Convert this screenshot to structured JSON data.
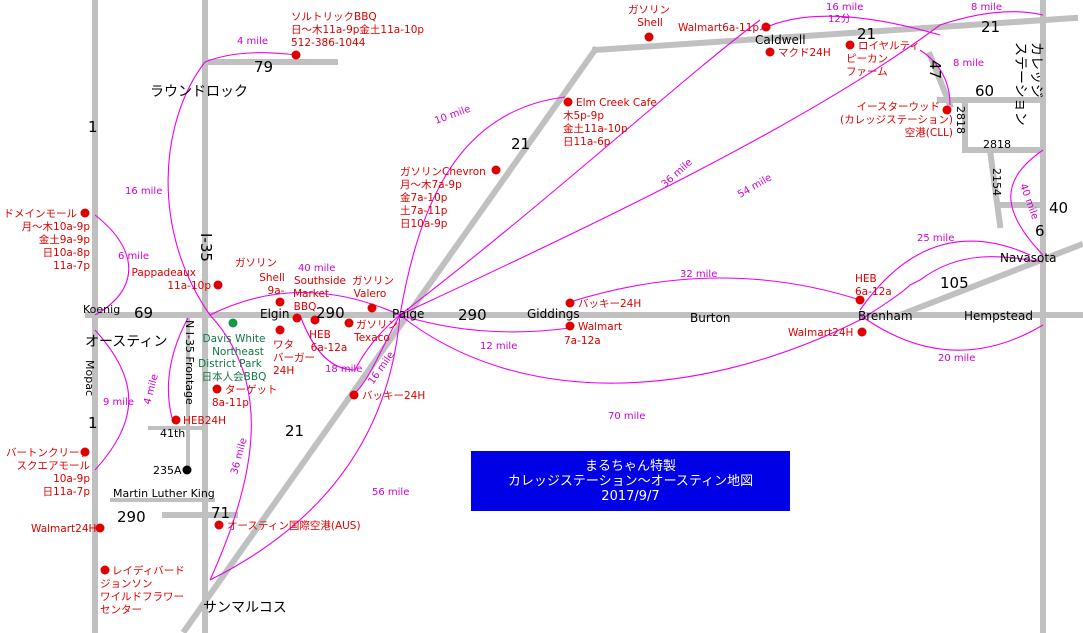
{
  "title": {
    "line1": "まるちゃん特製",
    "line2": "カレッジステーション～オースティン地図",
    "line3": "2017/9/7"
  },
  "highways": {
    "i35": "I-35",
    "us79": "79",
    "us1": "1",
    "us1b": "1",
    "us69": "69",
    "us290": "290",
    "us290b": "290",
    "us290c": "290",
    "us21a": "21",
    "us21b": "21",
    "us21c": "21",
    "us21d": "21",
    "us71": "71",
    "us47": "47",
    "us60": "60",
    "fm2818a": "2818",
    "fm2818b": "2818",
    "fm2154": "2154",
    "us40": "40",
    "us6": "6",
    "us105": "105"
  },
  "cities": {
    "round_rock": "ラウンドロック",
    "austin": "オースティン",
    "san_marcos": "サンマルコス",
    "college_station": [
      "カレッジ",
      "ステーション"
    ]
  },
  "towns": {
    "elgin": "Elgin",
    "paige": "Paige",
    "giddings": "Giddings",
    "burton": "Burton",
    "brenham": "Brenham",
    "hempstead": "Hempstead",
    "navasota": "Navasota",
    "caldwell": "Caldwell",
    "koenig": "Koenig",
    "mopac": "Mopac",
    "n_i35_frontage": "N I-35 Frontage",
    "st41": "41th",
    "mlk": "Martin Luther King",
    "exit235a": "235A"
  },
  "pois": {
    "salt_lick": [
      "ソルトリックBBQ",
      "日～木11a-9p金土11a-10p",
      "512-386-1044"
    ],
    "domain": [
      "ドメインモール",
      "月～木10a-9p",
      "金土9a-9p",
      "日10a-8p",
      "11a-7p"
    ],
    "pappadeaux": [
      "Pappadeaux",
      "11a-10p"
    ],
    "shell_gas1": [
      "ガソリン",
      "Shell",
      "9a-"
    ],
    "southside": [
      "Southside",
      "Market",
      "BBQ"
    ],
    "valero": [
      "ガソリン",
      "Valero"
    ],
    "heb_elgin": [
      "HEB",
      "6a-12a"
    ],
    "whataburger": [
      "ワタ",
      "バーガー",
      "24H"
    ],
    "texaco": [
      "ガソリン",
      "Texaco"
    ],
    "davis_white": [
      "Davis White",
      "Northeast",
      "District Park",
      "日本人会BBQ"
    ],
    "target": [
      "ターゲット",
      "8a-11p"
    ],
    "heb24": "HEB24H",
    "buckees1": "バッキー24H",
    "barton_creek": [
      "バートンクリーク",
      "スクエアモール",
      "10a-9p",
      "日11a-7p"
    ],
    "walmart_austin": "Walmart24H",
    "airport_aus": "オースティン国際空港(AUS)",
    "wildflower": [
      "レイディバード",
      "ジョンソン",
      "ワイルドフラワー",
      "センター"
    ],
    "chevron": [
      "ガソリンChevron",
      "月～木7a-9p",
      "金7a-10p",
      "土7a-11p",
      "日10a-9p"
    ],
    "elm_creek": [
      "Elm Creek Cafe",
      "木5p-9p",
      "金土11a-10p",
      "日11a-6p"
    ],
    "buckees2": "バッキー24H",
    "walmart_giddings": [
      "Walmart",
      "7a-12a"
    ],
    "shell_gas2": [
      "ガソリン",
      "Shell"
    ],
    "walmart_caldwell": "Walmart6a-11p",
    "mcd": "マクド24H",
    "royalty": [
      "ロイヤルティ",
      "ピーカン",
      "ファーム"
    ],
    "easterwood": [
      "イースターウッド",
      "(カレッジステーション)",
      "空港(CLL)"
    ],
    "heb_brenham": [
      "HEB",
      "6a-12a"
    ],
    "walmart_brenham": "Walmart24H"
  },
  "miles": {
    "m4a": "4 mile",
    "m16a": "16 mile",
    "m6": "6 mile",
    "m40a": "40 mile",
    "m18": "18 mile",
    "m4b": "4 mile",
    "m9": "9 mile",
    "m36a": "36 mile",
    "m16b": "16 mile",
    "m56": "56 mile",
    "m10": "10 mile",
    "m12": "12 mile",
    "m70": "70 mile",
    "m36b": "36 mile",
    "m54": "54 mile",
    "m32": "32 mile",
    "m25": "25 mile",
    "m20": "20 mile",
    "m16c": [
      "16 mile",
      "12分"
    ],
    "m8a": "8 mile",
    "m8b": "8 mile",
    "m40b": "40 mile"
  },
  "colors": {
    "road": "#c0c0c0",
    "route": "#ee00ee",
    "poi": "#dd0000",
    "park": "#117744",
    "title_bg": "#0000e6"
  }
}
